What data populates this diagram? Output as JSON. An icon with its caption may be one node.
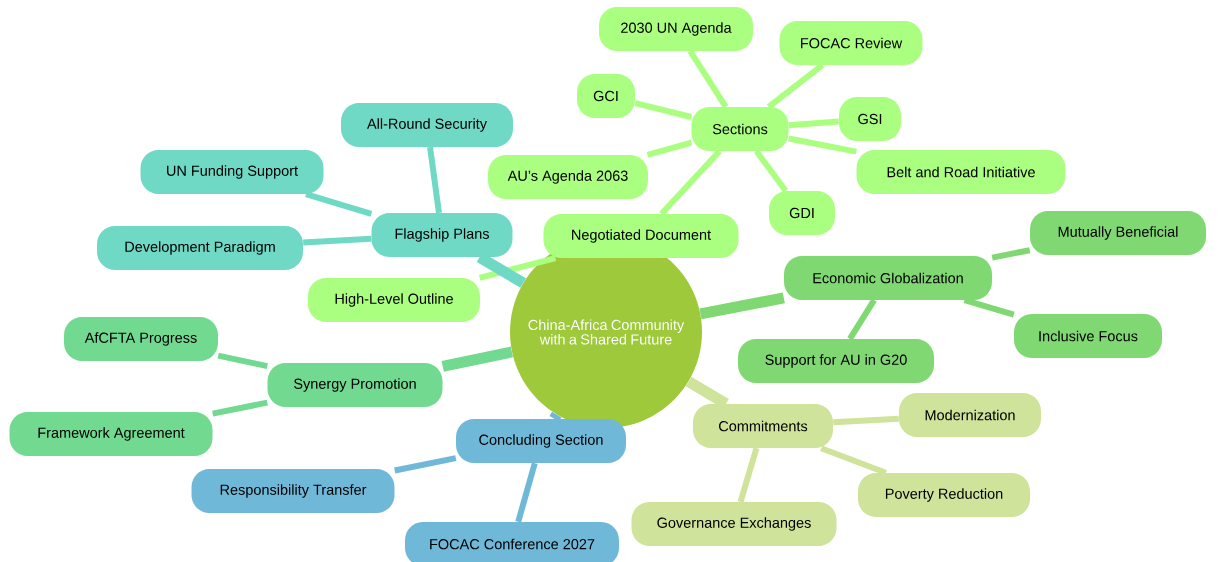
{
  "diagram": {
    "nodes": [
      {
        "text": [
          "China-Africa Community with a Shared Future"
        ]
      },
      {
        "text": [
          "Negotiated Document"
        ]
      },
      {
        "text": [
          "High-Level Outline"
        ]
      },
      {
        "text": [
          "Sections"
        ]
      },
      {
        "text": [
          "2030 UN Agenda"
        ]
      },
      {
        "text": [
          "FOCAC Review"
        ]
      },
      {
        "text": [
          "GCI"
        ]
      },
      {
        "text": [
          "GSI"
        ]
      },
      {
        "text": [
          "AU’s Agenda 2063"
        ]
      },
      {
        "text": [
          "Belt and Road Initiative"
        ]
      },
      {
        "text": [
          "GDI"
        ]
      },
      {
        "text": [
          "Flagship Plans"
        ]
      },
      {
        "text": [
          "All-Round Security"
        ]
      },
      {
        "text": [
          "UN Funding Support"
        ]
      },
      {
        "text": [
          "Development Paradigm"
        ]
      },
      {
        "text": [
          "Economic Globalization"
        ]
      },
      {
        "text": [
          "Mutually Beneficial"
        ]
      },
      {
        "text": [
          "Inclusive Focus"
        ]
      },
      {
        "text": [
          "Support for AU in G20"
        ]
      },
      {
        "text": [
          "Synergy Promotion"
        ]
      },
      {
        "text": [
          "AfCFTA Progress"
        ]
      },
      {
        "text": [
          "Framework Agreement"
        ]
      },
      {
        "text": [
          "Concluding Section"
        ]
      },
      {
        "text": [
          "Responsibility Transfer"
        ]
      },
      {
        "text": [
          "FOCAC Conference 2027"
        ]
      },
      {
        "text": [
          "Commitments"
        ]
      },
      {
        "text": [
          "Modernization"
        ]
      },
      {
        "text": [
          "Poverty Reduction"
        ]
      },
      {
        "text": [
          "Governance Exchanges"
        ]
      }
    ],
    "edges": [
      {
        "from": 1,
        "to": 2,
        "arrow": "none",
        "color": "#aaff80"
      },
      {
        "from": 1,
        "to": 3,
        "arrow": "none",
        "color": "#aaff80"
      },
      {
        "from": 3,
        "to": 4,
        "arrow": "none",
        "color": "#aaff80"
      },
      {
        "from": 3,
        "to": 5,
        "arrow": "none",
        "color": "#aaff80"
      },
      {
        "from": 3,
        "to": 6,
        "arrow": "none",
        "color": "#aaff80"
      },
      {
        "from": 3,
        "to": 7,
        "arrow": "none",
        "color": "#aaff80"
      },
      {
        "from": 3,
        "to": 8,
        "arrow": "none",
        "color": "#aaff80"
      },
      {
        "from": 3,
        "to": 9,
        "arrow": "none",
        "color": "#aaff80"
      },
      {
        "from": 3,
        "to": 10,
        "arrow": "none",
        "color": "#aaff80"
      },
      {
        "from": 0,
        "to": 11,
        "arrow": "none",
        "style": "thick",
        "color": "#6fd9c5"
      },
      {
        "from": 11,
        "to": 12,
        "arrow": "none",
        "color": "#6fd9c5"
      },
      {
        "from": 11,
        "to": 13,
        "arrow": "none",
        "color": "#6fd9c5"
      },
      {
        "from": 11,
        "to": 14,
        "arrow": "none",
        "color": "#6fd9c5"
      },
      {
        "from": 0,
        "to": 15,
        "arrow": "none",
        "style": "thick",
        "color": "#80d873"
      },
      {
        "from": 15,
        "to": 16,
        "arrow": "none",
        "color": "#80d873"
      },
      {
        "from": 15,
        "to": 17,
        "arrow": "none",
        "color": "#80d873"
      },
      {
        "from": 15,
        "to": 18,
        "arrow": "none",
        "color": "#80d873"
      },
      {
        "from": 0,
        "to": 19,
        "arrow": "none",
        "style": "thick",
        "color": "#72d991"
      },
      {
        "from": 19,
        "to": 20,
        "arrow": "none",
        "color": "#72d991"
      },
      {
        "from": 19,
        "to": 21,
        "arrow": "none",
        "color": "#72d991"
      },
      {
        "from": 0,
        "to": 22,
        "arrow": "none",
        "style": "thick",
        "color": "#70b8d8"
      },
      {
        "from": 22,
        "to": 23,
        "arrow": "none",
        "color": "#70b8d8"
      },
      {
        "from": 22,
        "to": 24,
        "arrow": "none",
        "color": "#70b8d8"
      },
      {
        "from": 0,
        "to": 25,
        "arrow": "none",
        "style": "thick",
        "color": "#cfe39b"
      },
      {
        "from": 25,
        "to": 26,
        "arrow": "none",
        "color": "#cfe39b"
      },
      {
        "from": 25,
        "to": 27,
        "arrow": "none",
        "color": "#cfe39b"
      },
      {
        "from": 25,
        "to": 28,
        "arrow": "none",
        "color": "#cfe39b"
      }
    ]
  }
}
